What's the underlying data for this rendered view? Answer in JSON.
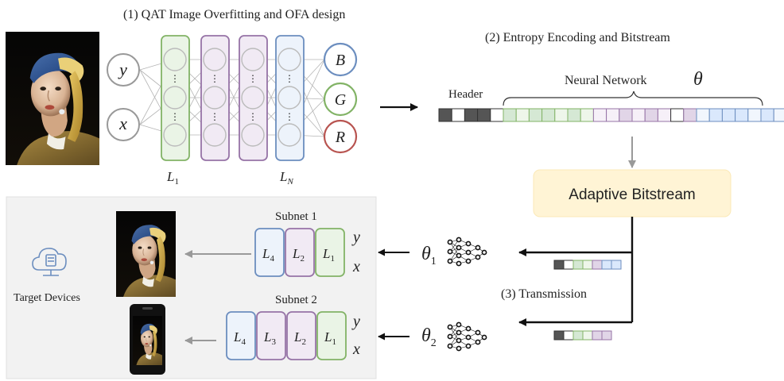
{
  "steps": {
    "step1": "(1) QAT Image Overfitting and OFA design",
    "step2": "(2) Entropy Encoding and Bitstream",
    "step3": "(3) Transmission"
  },
  "inputs": [
    "y",
    "x"
  ],
  "outputs": [
    "B",
    "G",
    "R"
  ],
  "layer_labels": {
    "first": "L",
    "first_sub": "1",
    "last": "L",
    "last_sub": "N"
  },
  "bitstream": {
    "header_label": "Header",
    "network_label": "Neural Network",
    "theta": "θ"
  },
  "adaptive_bitstream": "Adaptive Bitstream",
  "subnets": [
    {
      "name": "Subnet 1",
      "layers": [
        {
          "main": "L",
          "sub": "4"
        },
        {
          "main": "L",
          "sub": "2"
        },
        {
          "main": "L",
          "sub": "1"
        }
      ],
      "inputs": [
        "y",
        "x"
      ],
      "theta": "θ",
      "theta_sub": "1"
    },
    {
      "name": "Subnet 2",
      "layers": [
        {
          "main": "L",
          "sub": "4"
        },
        {
          "main": "L",
          "sub": "3"
        },
        {
          "main": "L",
          "sub": "2"
        },
        {
          "main": "L",
          "sub": "1"
        }
      ],
      "inputs": [
        "y",
        "x"
      ],
      "theta": "θ",
      "theta_sub": "2"
    }
  ],
  "target_devices": "Target Devices",
  "colors": {
    "green": "#82b366",
    "green_fill": "#d5e8d4",
    "purple": "#9673a6",
    "purple_fill": "#e1d5e7",
    "blue": "#6c8ebf",
    "blue_fill": "#dae8fc",
    "red": "#b85450",
    "gray": "#999999",
    "panel": "#f2f2f2",
    "adaptive_fill": "#fff2cc"
  }
}
